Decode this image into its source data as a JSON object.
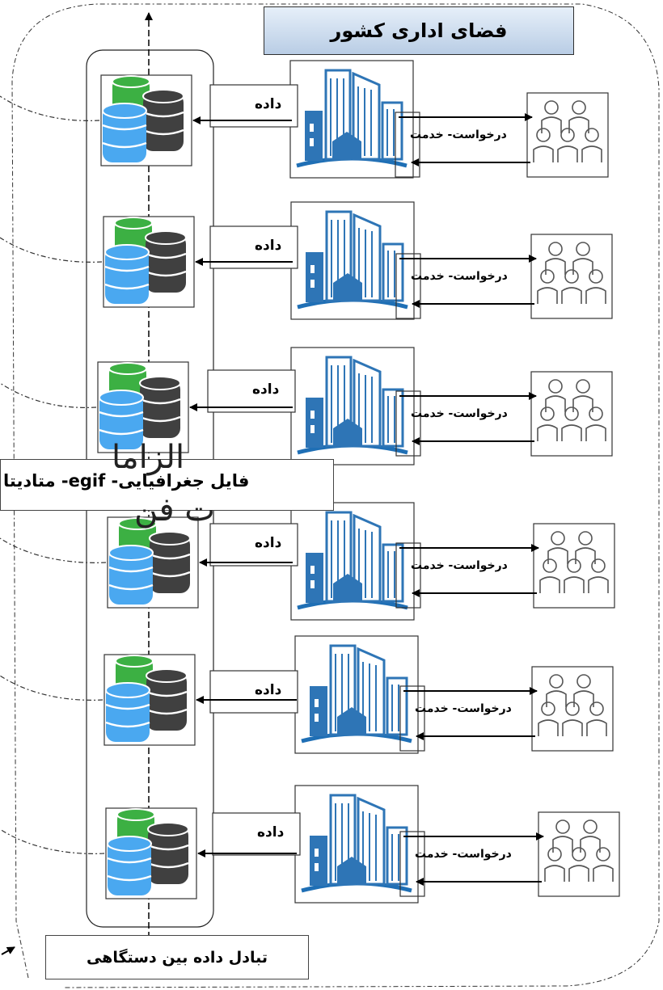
{
  "title": "فضای اداری کشور",
  "rows": [
    {
      "data_label": "داده",
      "request_label": "درخواست- خدمت"
    },
    {
      "data_label": "داده",
      "request_label": "درخواست- خدمت"
    },
    {
      "data_label": "داده",
      "request_label": "درخواست- خدمت"
    },
    {
      "data_label": "داده",
      "request_label": "درخواست- خدمت"
    },
    {
      "data_label": "داده",
      "request_label": "درخواست- خدمت"
    },
    {
      "data_label": "داده",
      "request_label": "درخواست- خدمت"
    }
  ],
  "banner": {
    "text": "فایل جغرافیایی- egif- متادیتا",
    "overlap_line1": "الزاما",
    "overlap_line2": "ت فن"
  },
  "exchange_label": "تبادل داده بین دستگاهی",
  "colors": {
    "building_blue": "#2e75b6",
    "db_blue": "#4aa8f0",
    "db_green": "#3cb043",
    "db_dark": "#404040"
  }
}
